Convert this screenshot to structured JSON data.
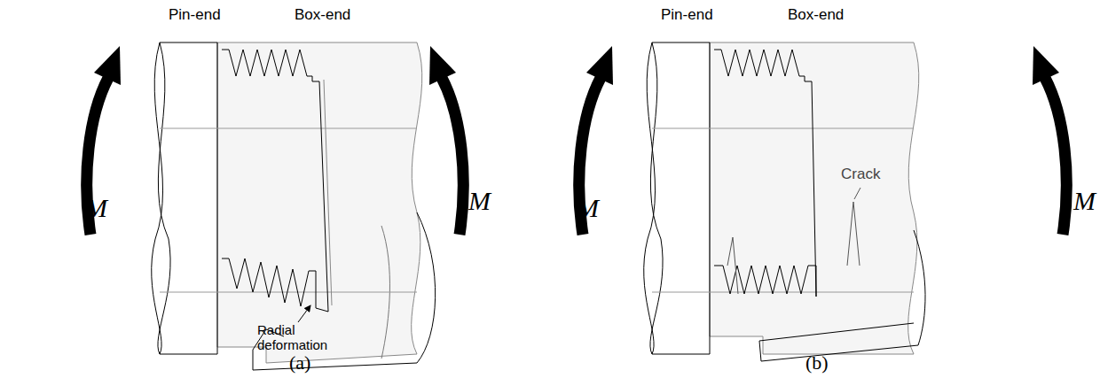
{
  "diagram": {
    "labels": [
      "Pin-end",
      "Box-end",
      "M",
      "M",
      "Radial deformation",
      "(a)",
      "Pin-end",
      "Box-end",
      "M",
      "M",
      "Crack",
      "(b)"
    ]
  }
}
